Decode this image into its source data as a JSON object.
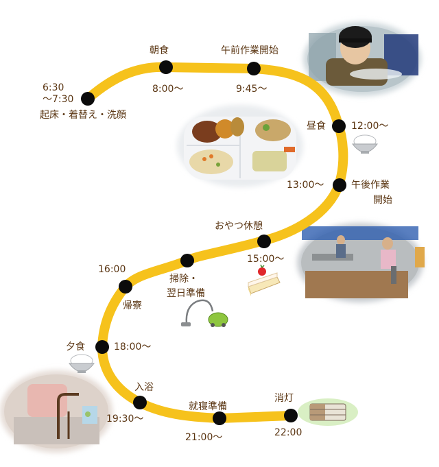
{
  "schedule": {
    "wake": {
      "time_start": "6:30",
      "time_end": "～7:30",
      "label": "起床・着替え・洗顔"
    },
    "breakfast": {
      "label": "朝食",
      "time": "8:00～"
    },
    "am_work": {
      "label": "午前作業開始",
      "time": "9:45～"
    },
    "lunch": {
      "label": "昼食",
      "time": "12:00～"
    },
    "pm_work": {
      "time": "13:00～",
      "label_line1": "午後作業",
      "label_line2": "開始"
    },
    "snack": {
      "label": "おやつ休憩",
      "time": "15:00～"
    },
    "cleaning": {
      "label_line1": "掃除・",
      "label_line2": "翌日準備"
    },
    "dorm": {
      "time": "16:00",
      "label": "帰寮"
    },
    "dinner": {
      "label": "夕食",
      "time": "18:00～"
    },
    "bath": {
      "label": "入浴",
      "time": "19:30～"
    },
    "bed_prep": {
      "label": "就寝準備",
      "time": "21:00～"
    },
    "lights_out": {
      "label": "消灯",
      "time": "22:00"
    }
  },
  "colors": {
    "path": "#f6c21c",
    "node": "#0b0b0b",
    "text": "#5a3512",
    "bed_bg": "#d9efc4"
  },
  "icons": [
    "rice-bowl-icon",
    "cake-icon",
    "vacuum-icon",
    "futon-icon"
  ],
  "photos": [
    "worker-helmet-photo",
    "lunch-plate-photo",
    "workshop-photo",
    "bath-photo"
  ]
}
